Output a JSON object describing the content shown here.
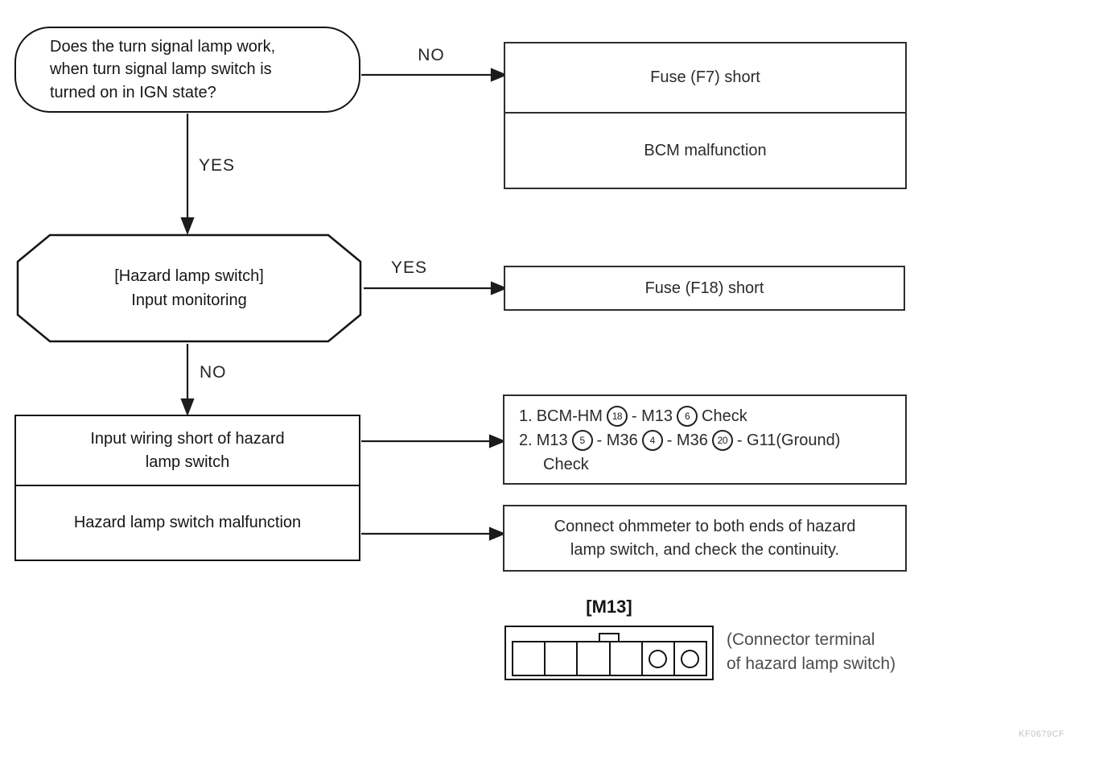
{
  "colors": {
    "ink": "#1c1c1c",
    "box_border": "#2e2e2e",
    "faded_text": "#4d4d4d",
    "watermark": "#c4c4c4"
  },
  "decision1": {
    "line1": "Does the turn signal lamp work,",
    "line2": "when turn signal lamp switch is",
    "line3": "turned on in IGN state?"
  },
  "edge_labels": {
    "no1": "NO",
    "yes1": "YES",
    "yes2": "YES",
    "no2": "NO"
  },
  "result_fuse_f7": {
    "row1": "Fuse (F7) short",
    "row2": "BCM malfunction"
  },
  "monitoring": {
    "line1": "[Hazard lamp switch]",
    "line2": "Input monitoring"
  },
  "result_fuse_f18": {
    "text": "Fuse (F18) short"
  },
  "cause_box": {
    "row1_line1": "Input wiring short of hazard",
    "row1_line2": "lamp switch",
    "row2": "Hazard lamp switch malfunction"
  },
  "check_box": {
    "line1": {
      "num": "1.",
      "a": "BCM-HM",
      "pin1": "18",
      "b": "- M13",
      "pin2": "6",
      "c": "Check"
    },
    "line2": {
      "num": "2.",
      "a": "M13",
      "pin1": "5",
      "b": "- M36",
      "pin2": "4",
      "c": "- M36",
      "pin3": "20",
      "d": "- G11(Ground)"
    },
    "line3": "Check"
  },
  "ohmmeter_box": {
    "line1": "Connect ohmmeter to both ends of hazard",
    "line2": "lamp switch, and check the continuity."
  },
  "connector": {
    "label": "[M13]",
    "caption_line1": "(Connector terminal",
    "caption_line2": "of hazard lamp switch)"
  },
  "watermark": "KF0679CF"
}
